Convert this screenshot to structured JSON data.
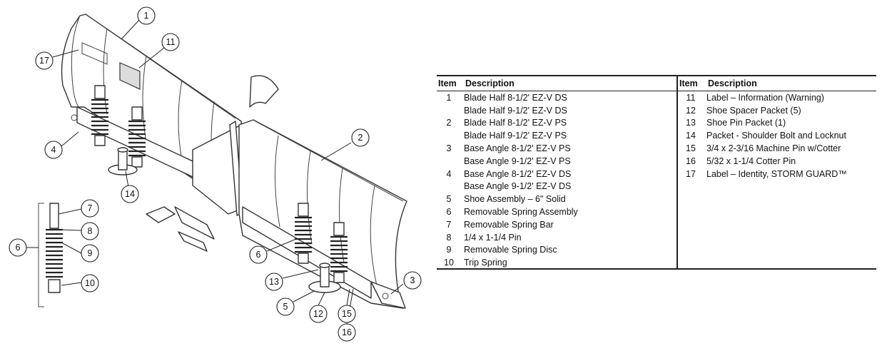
{
  "diagram": {
    "callouts": [
      "1",
      "2",
      "3",
      "4",
      "5",
      "6",
      "6",
      "7",
      "8",
      "9",
      "10",
      "11",
      "12",
      "13",
      "14",
      "15",
      "16",
      "17"
    ]
  },
  "table": {
    "headers": {
      "item": "Item",
      "description": "Description"
    },
    "left": [
      {
        "item": "1",
        "description": "Blade Half 8-1/2' EZ-V DS"
      },
      {
        "item": "",
        "description": "Blade Half 9-1/2' EZ-V DS"
      },
      {
        "item": "2",
        "description": "Blade Half 8-1/2' EZ-V PS"
      },
      {
        "item": "",
        "description": "Blade Half 9-1/2' EZ-V PS"
      },
      {
        "item": "3",
        "description": "Base Angle 8-1/2' EZ-V PS"
      },
      {
        "item": "",
        "description": "Base Angle 9-1/2' EZ-V PS"
      },
      {
        "item": "4",
        "description": "Base Angle 8-1/2' EZ-V DS"
      },
      {
        "item": "",
        "description": "Base Angle 9-1/2' EZ-V DS"
      },
      {
        "item": "5",
        "description": "Shoe Assembly – 6\" Solid"
      },
      {
        "item": "6",
        "description": "Removable Spring Assembly"
      },
      {
        "item": "7",
        "description": "Removable Spring Bar"
      },
      {
        "item": "8",
        "description": "1/4 x 1-1/4 Pin"
      },
      {
        "item": "9",
        "description": "Removable Spring Disc"
      },
      {
        "item": "10",
        "description": "Trip Spring"
      }
    ],
    "right": [
      {
        "item": "11",
        "description": "Label – Information (Warning)"
      },
      {
        "item": "12",
        "description": "Shoe Spacer Packet (5)"
      },
      {
        "item": "13",
        "description": "Shoe Pin Packet (1)"
      },
      {
        "item": "14",
        "description": "Packet - Shoulder Bolt and Locknut"
      },
      {
        "item": "15",
        "description": "3/4 x 2-3/16 Machine Pin w/Cotter"
      },
      {
        "item": "16",
        "description": "5/32 x 1-1/4 Cotter Pin"
      },
      {
        "item": "17",
        "description": "Label – Identity, STORM GUARD™"
      }
    ]
  }
}
